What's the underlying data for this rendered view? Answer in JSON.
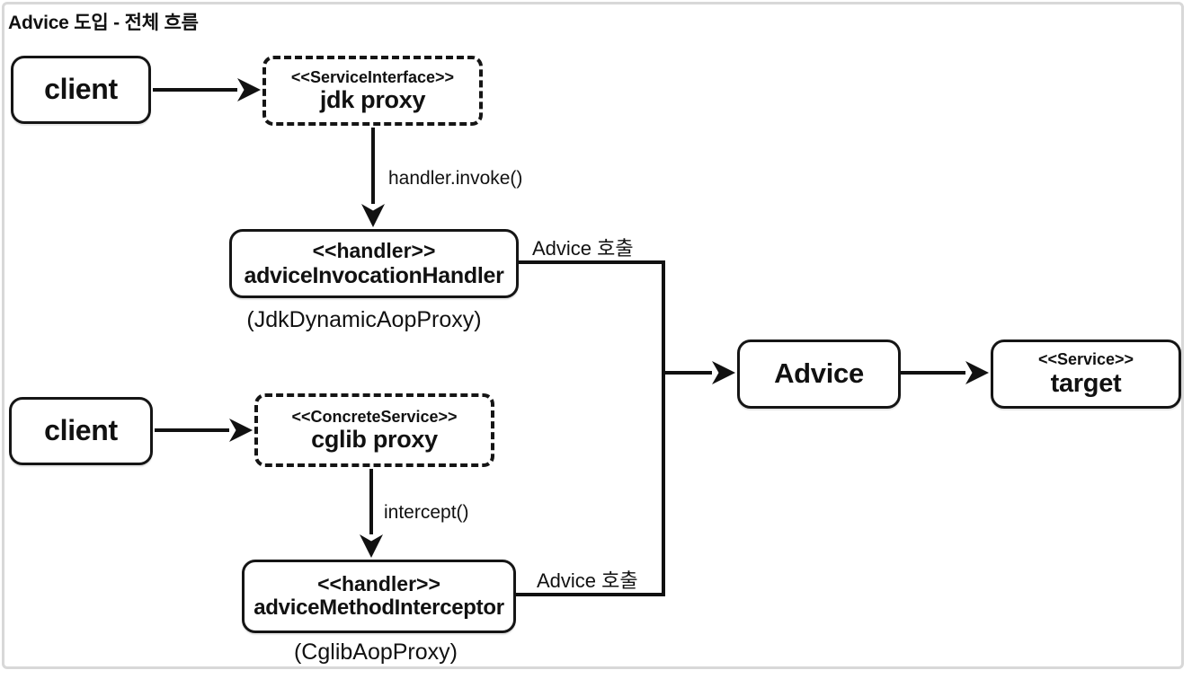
{
  "title": "Advice 도입 - 전체 흐름",
  "nodes": {
    "client_top": {
      "label": "client"
    },
    "jdk_proxy": {
      "stereotype": "<<ServiceInterface>>",
      "name": "jdk proxy"
    },
    "advice_invocation_handler": {
      "stereotype": "<<handler>>",
      "name": "adviceInvocationHandler",
      "caption": "(JdkDynamicAopProxy)"
    },
    "client_bottom": {
      "label": "client"
    },
    "cglib_proxy": {
      "stereotype": "<<ConcreteService>>",
      "name": "cglib proxy"
    },
    "advice_method_interceptor": {
      "stereotype": "<<handler>>",
      "name": "adviceMethodInterceptor",
      "caption": "(CglibAopProxy)"
    },
    "advice": {
      "label": "Advice"
    },
    "target": {
      "stereotype": "<<Service>>",
      "name": "target"
    }
  },
  "edges": {
    "handler_invoke_label": "handler.invoke()",
    "intercept_label": "intercept()",
    "advice_call_top_label": "Advice 호출",
    "advice_call_bottom_label": "Advice 호출"
  },
  "colors": {
    "stroke": "#111111",
    "box_border": "#151515",
    "frame_border": "#d8d8d8",
    "background": "#ffffff",
    "text": "#111111"
  }
}
